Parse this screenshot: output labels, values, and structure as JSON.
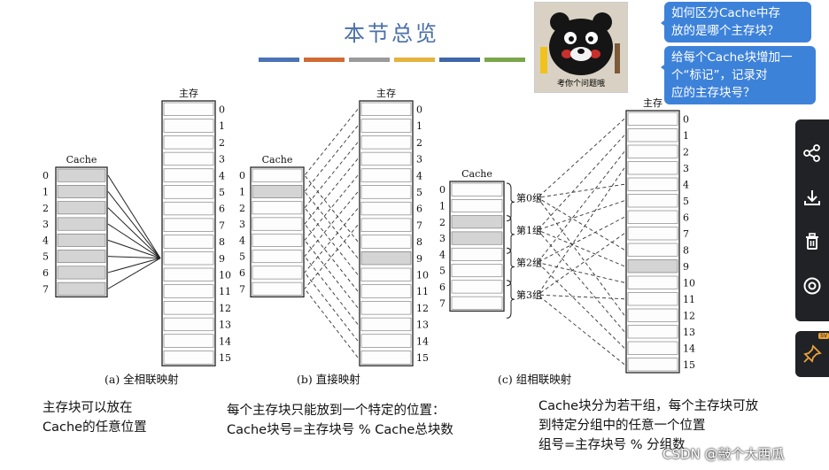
{
  "title": "本节总览",
  "color_bar": [
    "#4b73b5",
    "#d26a35",
    "#9a9a9a",
    "#e3b33c",
    "#3f66a8",
    "#79a64a"
  ],
  "mascot": {
    "caption": "考你个问题哦"
  },
  "bubbles": {
    "q1_line1": "如何区分Cache中存",
    "q1_line2": "放的是哪个主存块？",
    "q2_line1": "给每个Cache块增加一",
    "q2_line2": "个“标记”，记录对",
    "q2_line3": "应的主存块号？"
  },
  "diagram_a": {
    "memory_label": "主存",
    "cache_label": "Cache",
    "memory_rows": [
      "0",
      "1",
      "2",
      "3",
      "4",
      "5",
      "6",
      "7",
      "8",
      "9",
      "10",
      "11",
      "12",
      "13",
      "14",
      "15"
    ],
    "cache_rows": [
      "0",
      "1",
      "2",
      "3",
      "4",
      "5",
      "6",
      "7"
    ],
    "caption": "(a) 全相联映射"
  },
  "diagram_b": {
    "memory_label": "主存",
    "cache_label": "Cache",
    "memory_rows": [
      "0",
      "1",
      "2",
      "3",
      "4",
      "5",
      "6",
      "7",
      "8",
      "9",
      "10",
      "11",
      "12",
      "13",
      "14",
      "15"
    ],
    "cache_rows": [
      "0",
      "1",
      "2",
      "3",
      "4",
      "5",
      "6",
      "7"
    ],
    "caption": "(b) 直接映射"
  },
  "diagram_c": {
    "memory_label": "主存",
    "cache_label": "Cache",
    "memory_rows": [
      "0",
      "1",
      "2",
      "3",
      "4",
      "5",
      "6",
      "7",
      "8",
      "9",
      "10",
      "11",
      "12",
      "13",
      "14",
      "15"
    ],
    "cache_rows": [
      "0",
      "1",
      "2",
      "3",
      "4",
      "5",
      "6",
      "7"
    ],
    "groups": [
      "第0组",
      "第1组",
      "第2组",
      "第3组"
    ],
    "caption": "(c) 组相联映射"
  },
  "descriptions": {
    "a_line1": "主存块可以放在",
    "a_line2": "Cache的任意位置",
    "b_line1": "每个主存块只能放到一个特定的位置：",
    "b_line2": "Cache块号=主存块号 % Cache总块数",
    "c_line1": "Cache块分为若干组，每个主存块可放",
    "c_line2": "到特定分组中的任意一个位置",
    "c_line3": "组号=主存块号 % 分组数"
  },
  "sidebar": {
    "share": "share-icon",
    "download": "download-icon",
    "delete": "trash-icon",
    "view": "eye-icon",
    "pin": "pin-icon",
    "pin_badge": "SV"
  },
  "watermark": "CSDN @敲个大西瓜"
}
